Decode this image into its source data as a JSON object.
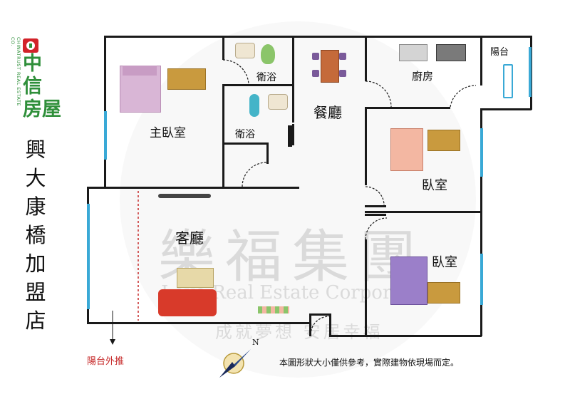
{
  "brand": {
    "name_lines": [
      "中",
      "信",
      "房屋"
    ],
    "side_text": "CHINATRUST REAL ESTATE CO.",
    "accent_red": "#d2232a",
    "accent_green": "#2f8f3a"
  },
  "store_name": [
    "興",
    "大",
    "康",
    "橋",
    "加",
    "盟",
    "店"
  ],
  "rooms": {
    "master_bedroom": "主臥室",
    "bath_1": "衛浴",
    "bath_2": "衛浴",
    "dining": "餐廳",
    "kitchen": "廚房",
    "balcony": "陽台",
    "bedroom_2": "臥室",
    "bedroom_3": "臥室",
    "living": "客廳"
  },
  "balcony_extension": "陽台外推",
  "disclaimer": "本圖形狀大小僅供參考，實際建物依現場而定。",
  "watermark": {
    "line1": "樂福集團",
    "line2": "Love Real Estate Corporation",
    "line3": "成就夢想 安居幸福"
  },
  "compass_letter": "N",
  "colors": {
    "wall": "#1a1a1a",
    "window": "#3aa9d6",
    "sofa": "#d83a2a",
    "extension_line": "#c62828"
  }
}
